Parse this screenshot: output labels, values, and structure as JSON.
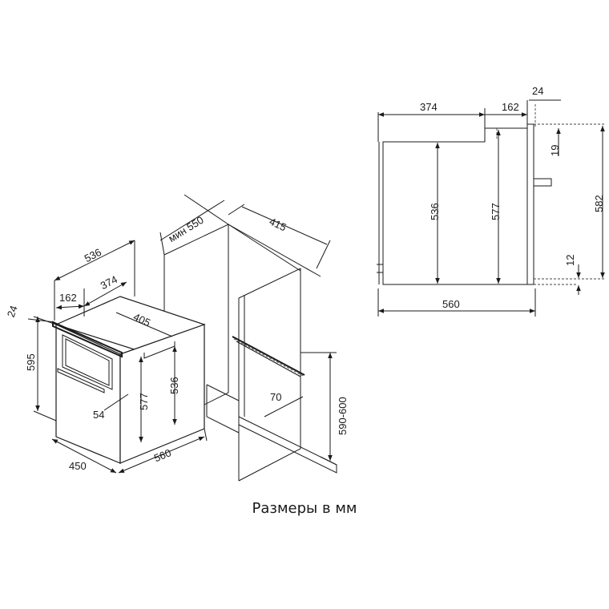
{
  "caption": "Размеры в мм",
  "iso": {
    "d536": "536",
    "d374": "374",
    "d162": "162",
    "d24": "24",
    "d595": "595",
    "d405": "405",
    "d577": "577",
    "d536v": "536",
    "d54": "54",
    "d450": "450",
    "d560": "560",
    "dmin550": "мин 550",
    "d415": "415",
    "d70": "70",
    "d590_600": "590-600"
  },
  "side": {
    "d24": "24",
    "d374": "374",
    "d162": "162",
    "d19": "19",
    "d536": "536",
    "d577": "577",
    "d582": "582",
    "d12": "12",
    "d560": "560"
  }
}
